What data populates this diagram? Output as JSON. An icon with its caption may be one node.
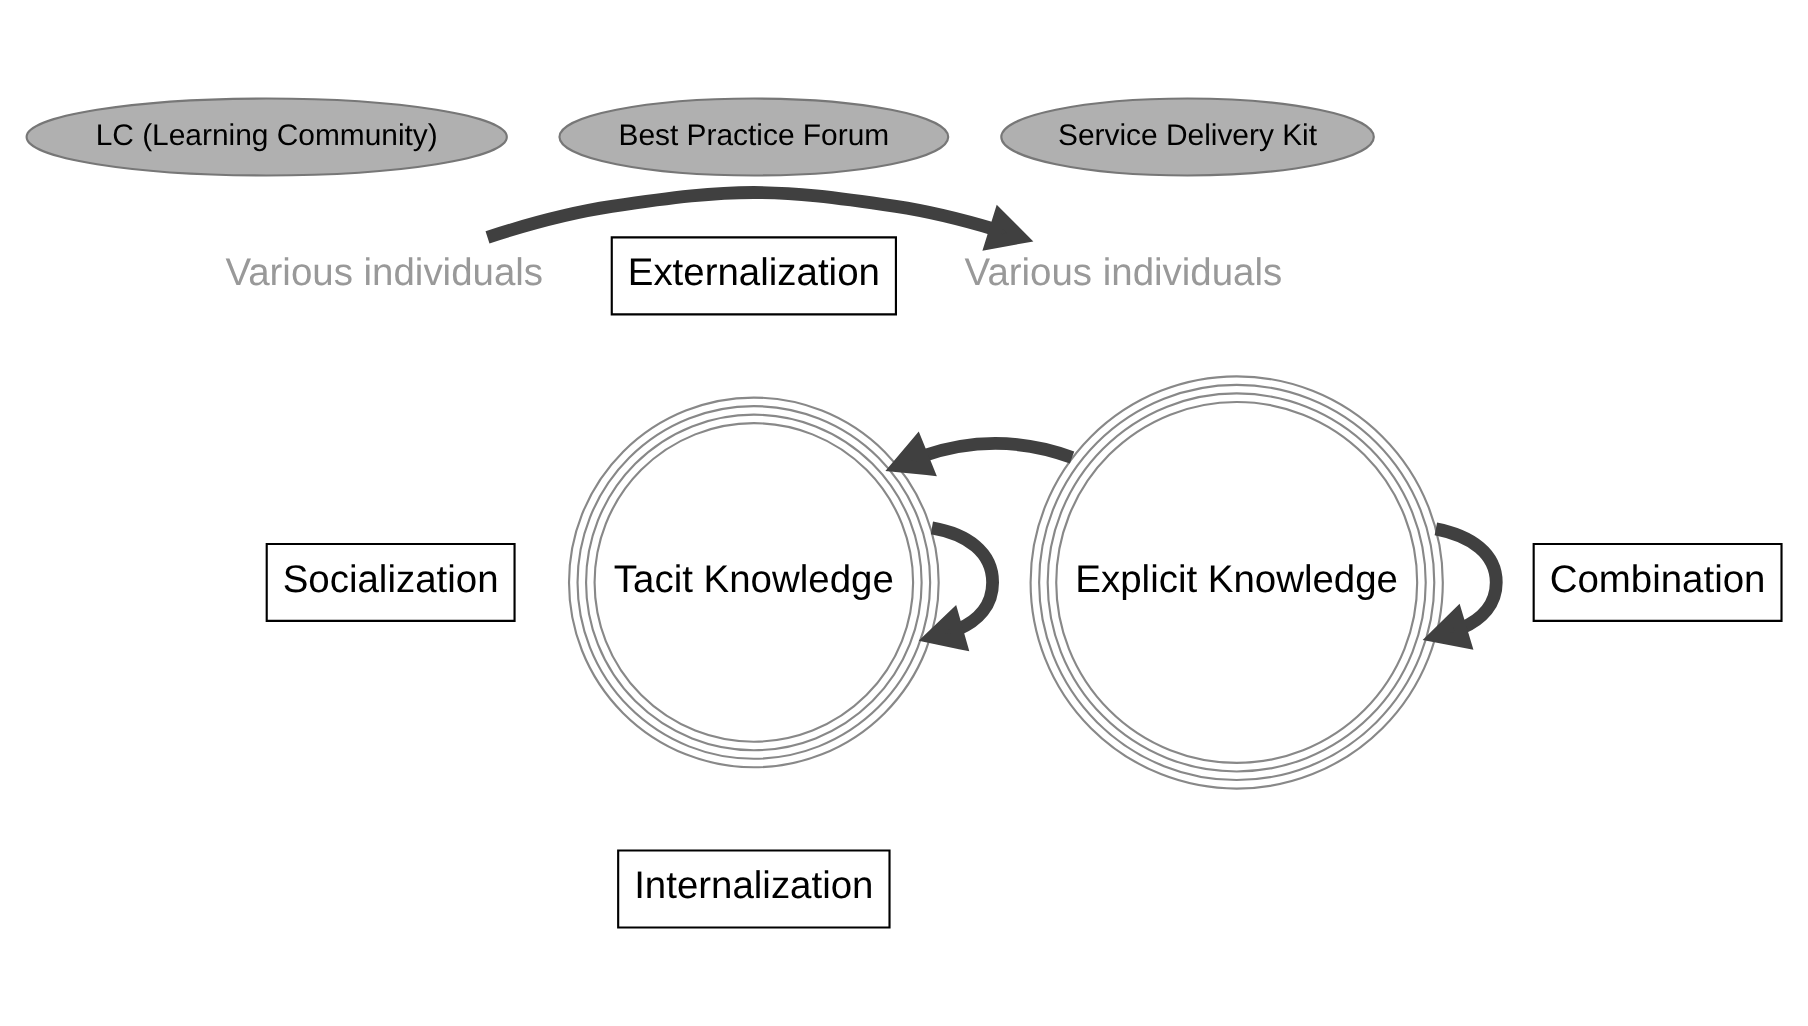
{
  "diagram": {
    "nodes": [
      {
        "text": [
          "LC (Learning Community)"
        ]
      },
      {
        "text": [
          "Best Practice Forum"
        ]
      },
      {
        "text": [
          "Service Delivery Kit"
        ]
      },
      {
        "text": [
          "Various individuals"
        ]
      },
      {
        "text": [
          "Various individuals"
        ]
      },
      {
        "text": [
          "Socialization"
        ]
      },
      {
        "text": [
          "Externalization"
        ]
      },
      {
        "text": [
          "Tacit Knowledge"
        ]
      },
      {
        "text": [
          "Explicit Knowledge"
        ]
      },
      {
        "text": [
          "Combination"
        ]
      },
      {
        "text": [
          "Internalization"
        ]
      }
    ],
    "edges": [
      {
        "from": 3,
        "to": 4,
        "arrow": "to"
      },
      {
        "from": 7,
        "to": 7,
        "arrow": "to"
      },
      {
        "from": 8,
        "to": 8,
        "arrow": "to"
      },
      {
        "from": 8,
        "to": 7,
        "arrow": "to"
      }
    ]
  }
}
